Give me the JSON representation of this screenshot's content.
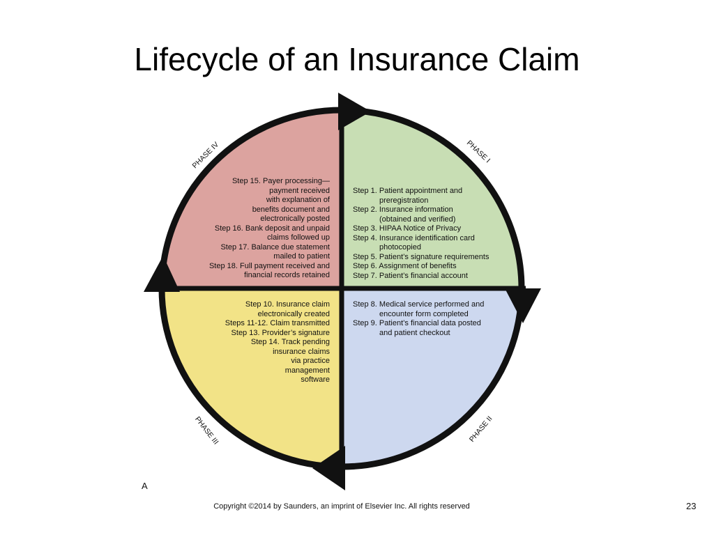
{
  "title": "Lifecycle of an Insurance Claim",
  "colors": {
    "phase_1": "#c8deb4",
    "phase_2": "#cdd8ef",
    "phase_3": "#f2e387",
    "phase_4": "#dca39f",
    "outline": "#111111"
  },
  "phases": {
    "phase_1": {
      "label": "PHASE I",
      "steps": [
        "Step 1. Patient appointment and",
        "preregistration",
        "Step 2. Insurance information",
        "(obtained and verified)",
        "Step 3. HIPAA Notice of Privacy",
        "Step 4. Insurance identification card",
        "photocopied",
        "Step 5. Patient’s signature requirements",
        "Step 6. Assignment of benefits",
        "Step 7. Patient’s financial account"
      ]
    },
    "phase_2": {
      "label": "PHASE II",
      "steps": [
        "Step 8. Medical service performed and",
        "encounter form completed",
        "Step 9. Patient’s financial data posted",
        "and patient checkout"
      ]
    },
    "phase_3": {
      "label": "PHASE III",
      "steps": [
        "Step 10. Insurance claim",
        "electronically created",
        "Steps 11-12. Claim transmitted",
        "Step 13. Provider’s signature",
        "Step 14. Track pending",
        "insurance claims",
        "via practice",
        "management",
        "software"
      ]
    },
    "phase_4": {
      "label": "PHASE IV",
      "steps": [
        "Step 15. Payer processing—",
        "payment received",
        "with explanation of",
        "benefits document and",
        "electronically posted",
        "Step 16. Bank deposit and unpaid",
        "claims followed up",
        "Step 17. Balance due statement",
        "mailed to patient",
        "Step 18. Full payment received and",
        "financial records retained"
      ]
    }
  },
  "figure_letter": "A",
  "footer": {
    "copyright": "Copyright ©2014 by Saunders, an imprint of Elsevier Inc. All rights reserved",
    "page_number": "23"
  }
}
